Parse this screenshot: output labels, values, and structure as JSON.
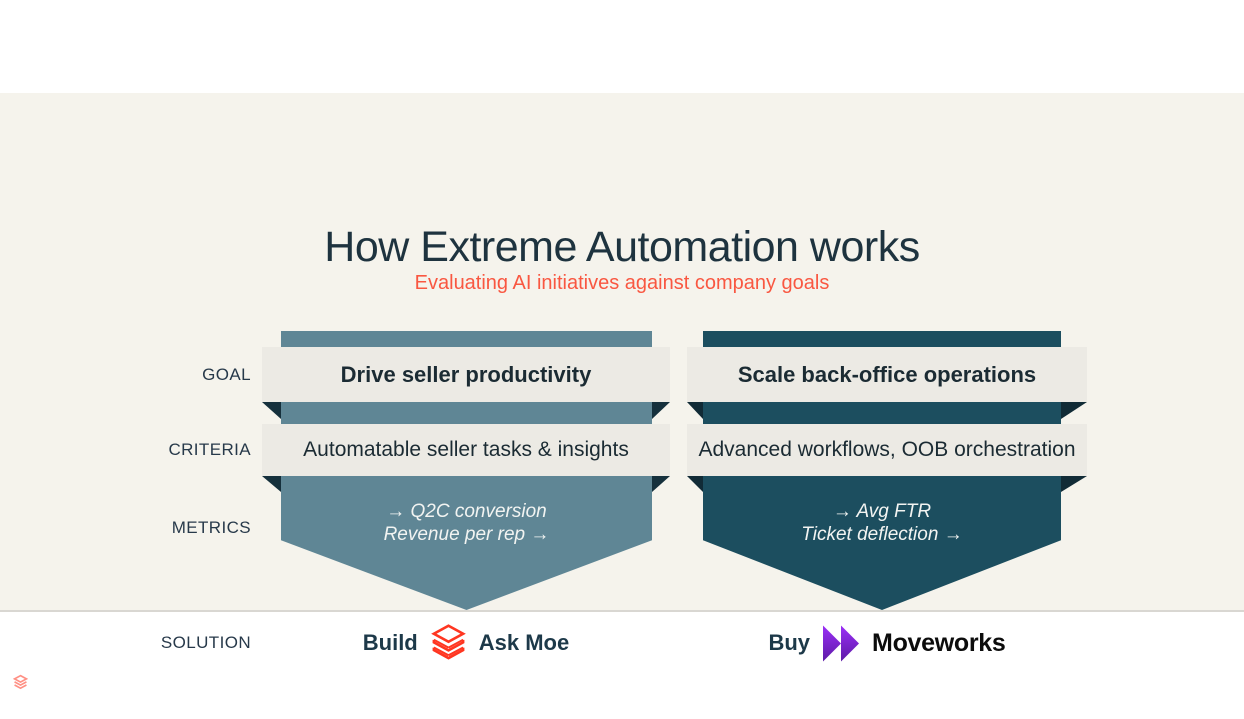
{
  "slide": {
    "title": "How Extreme Automation works",
    "subtitle": "Evaluating AI initiatives against company goals",
    "row_labels": {
      "goal": "GOAL",
      "criteria": "CRITERIA",
      "metrics": "METRICS",
      "solution": "SOLUTION"
    },
    "columns": [
      {
        "goal": "Drive seller productivity",
        "criteria": "Automatable seller tasks & insights",
        "metrics_line1": "→ Q2C conversion",
        "metrics_line2": "Revenue per rep →",
        "solution_verb": "Build",
        "solution_name": "Ask Moe",
        "solution_logo": "databricks-logo-icon"
      },
      {
        "goal": "Scale back-office operations",
        "criteria": "Advanced workflows, OOB orchestration",
        "metrics_line1": "→ Avg FTR",
        "metrics_line2": "Ticket deflection →",
        "solution_verb": "Buy",
        "solution_name": "Moveworks",
        "solution_logo": "moveworks-logo-icon"
      }
    ],
    "footer": {
      "logo": "databricks-logo-icon"
    },
    "colors": {
      "slide_background": "#f5f3ec",
      "title_text": "#1e333f",
      "subtitle_accent": "#f95741",
      "left_banner": "#5f8695",
      "right_banner": "#1c4e5f",
      "bar_background": "#eceae4",
      "fold_shadow_left": "#15303c",
      "fold_shadow_right": "#112b36",
      "metrics_text": "#f2f4f2",
      "databricks_red": "#ff3621",
      "moveworks_purple_top": "#9b2ef7",
      "moveworks_purple_bottom": "#5d1ba6"
    }
  }
}
